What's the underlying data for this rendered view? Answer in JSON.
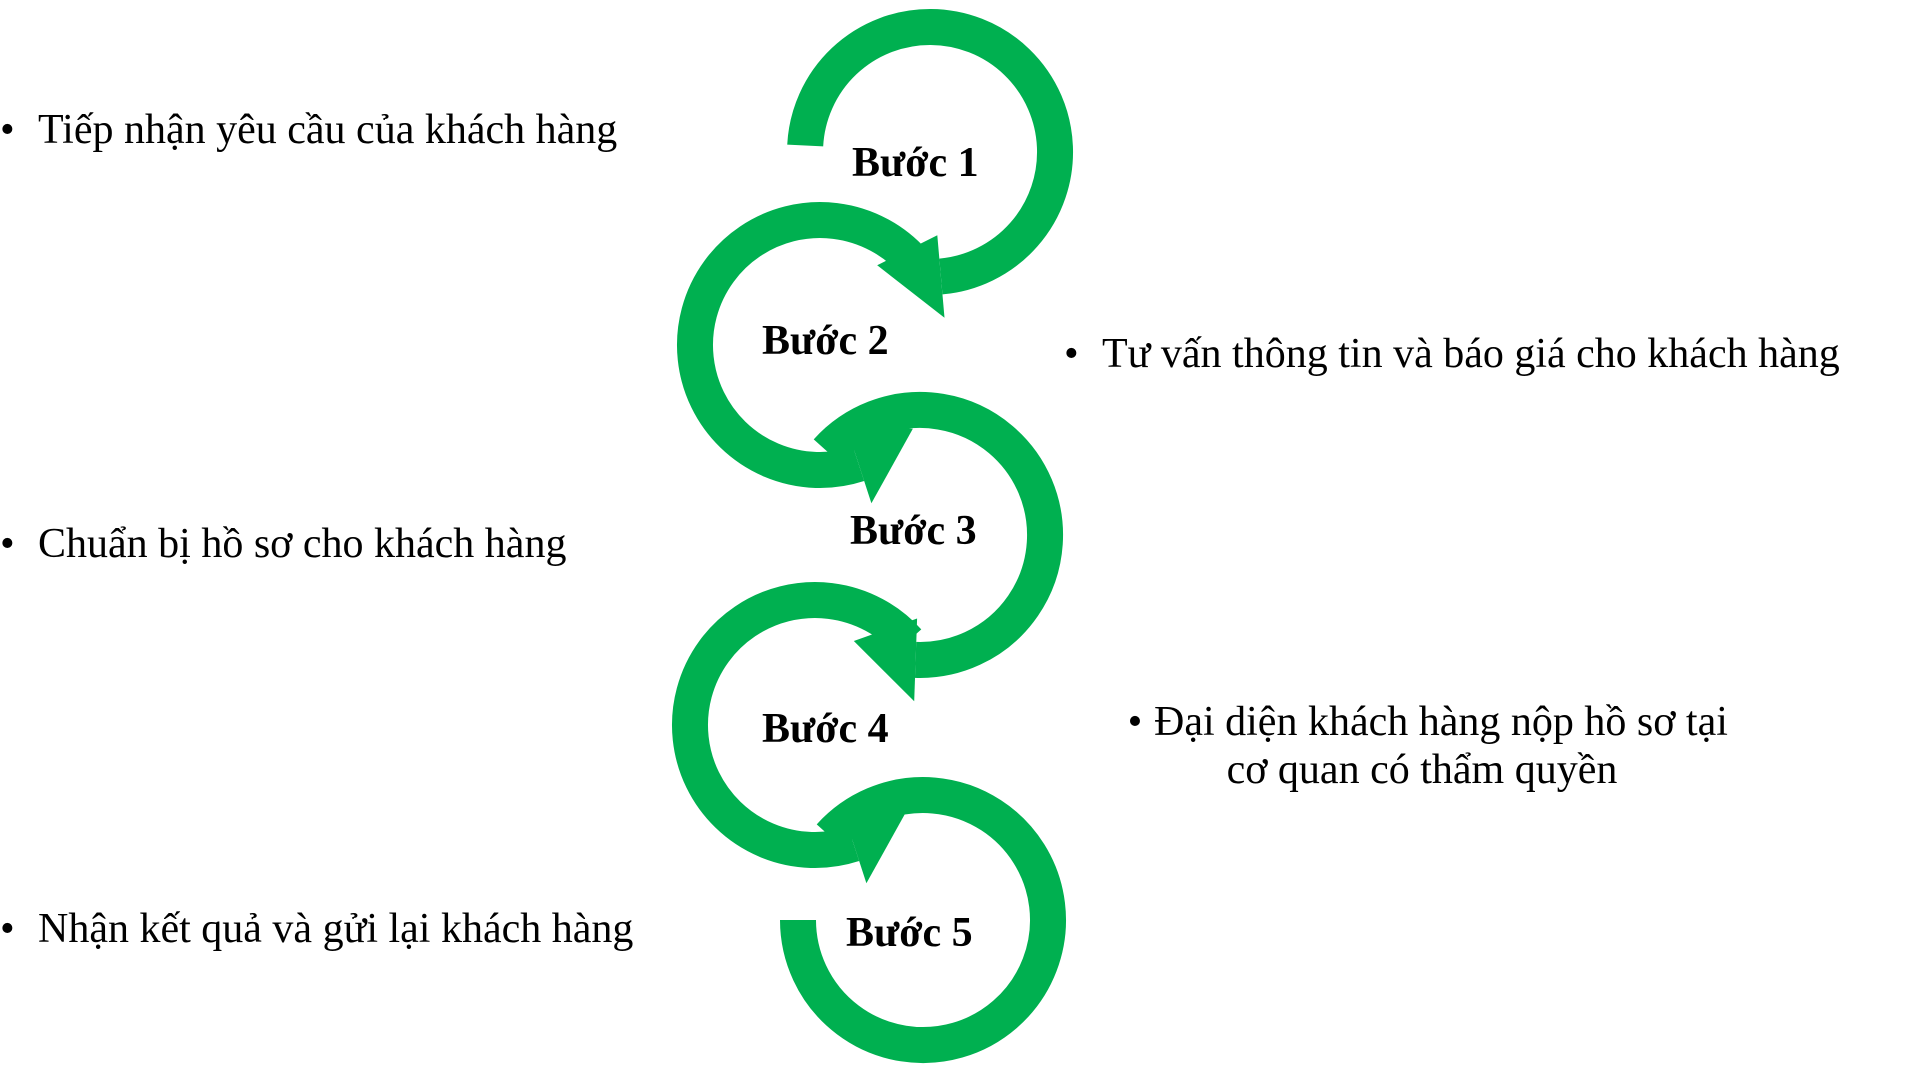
{
  "colors": {
    "arrow": "#00b050",
    "text": "#000000",
    "background": "#ffffff"
  },
  "bullet": "•",
  "steps": [
    {
      "label": "Bước 1",
      "description": "Tiếp nhận yêu cầu của khách hàng"
    },
    {
      "label": "Bước 2",
      "description": "Tư vấn thông tin và báo giá cho khách hàng"
    },
    {
      "label": "Bước 3",
      "description": "Chuẩn bị hồ sơ cho khách hàng"
    },
    {
      "label": "Bước 4",
      "description_lines": [
        "Đại diện khách hàng nộp hồ sơ tại",
        "cơ quan có thẩm quyền"
      ]
    },
    {
      "label": "Bước 5",
      "description": "Nhận kết quả và gửi lại khách hàng"
    }
  ]
}
